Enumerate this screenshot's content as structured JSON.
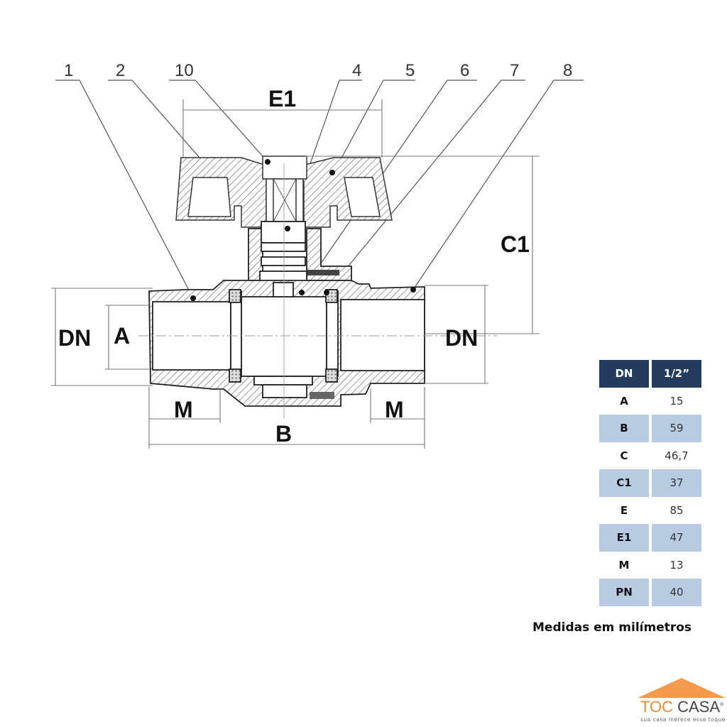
{
  "diagram": {
    "title": "Ball valve technical drawing",
    "callouts": [
      "1",
      "2",
      "10",
      "4",
      "5",
      "6",
      "7",
      "8"
    ],
    "dimensions": {
      "e1": "E1",
      "c1": "C1",
      "dn_left": "DN",
      "a": "A",
      "dn_right": "DN",
      "m_left": "M",
      "m_right": "M",
      "b": "B"
    }
  },
  "spec_table": {
    "header": {
      "key": "DN",
      "value": "1/2”"
    },
    "rows": [
      {
        "key": "A",
        "value": "15"
      },
      {
        "key": "B",
        "value": "59"
      },
      {
        "key": "C",
        "value": "46,7"
      },
      {
        "key": "C1",
        "value": "37"
      },
      {
        "key": "E",
        "value": "85"
      },
      {
        "key": "E1",
        "value": "47"
      },
      {
        "key": "M",
        "value": "13"
      },
      {
        "key": "PN",
        "value": "40"
      }
    ],
    "colors": {
      "header": "#233b5c",
      "shade": "#b9cbe2"
    }
  },
  "note": "Medidas em milímetros",
  "logo": {
    "brand_first": "TOC",
    "brand_second": "CASA",
    "registered": "®",
    "tagline": "sua casa merece esse toque",
    "colors": {
      "orange": "#f08a30",
      "gray": "#444444"
    }
  }
}
